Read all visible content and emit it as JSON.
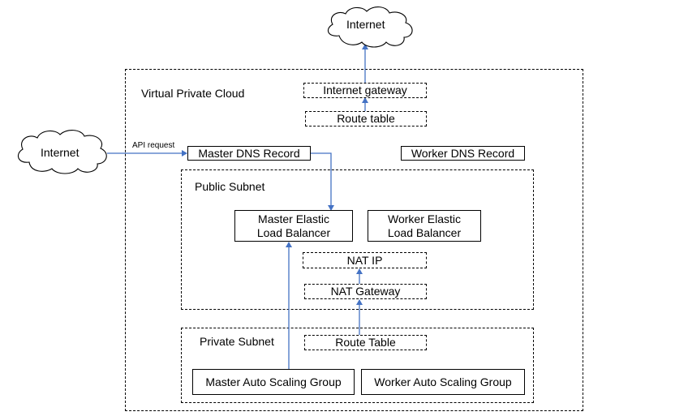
{
  "clouds": {
    "internet_top": "Internet",
    "internet_left": "Internet"
  },
  "regions": {
    "vpc": "Virtual Private Cloud",
    "public_subnet": "Public Subnet",
    "private_subnet": "Private Subnet"
  },
  "boxes": {
    "internet_gateway": "Internet gateway",
    "route_table_top": "Route table",
    "master_dns": "Master DNS Record",
    "worker_dns": "Worker DNS Record",
    "master_elb_line1": "Master Elastic",
    "master_elb_line2": "Load Balancer",
    "worker_elb_line1": "Worker Elastic",
    "worker_elb_line2": "Load Balancer",
    "nat_ip": "NAT IP",
    "nat_gateway": "NAT Gateway",
    "route_table_private": "Route Table",
    "master_asg": "Master Auto Scaling Group",
    "worker_asg": "Worker Auto Scaling Group"
  },
  "edge_labels": {
    "api_request": "API request"
  },
  "colors": {
    "arrow": "#4472C4",
    "border": "#000000"
  }
}
